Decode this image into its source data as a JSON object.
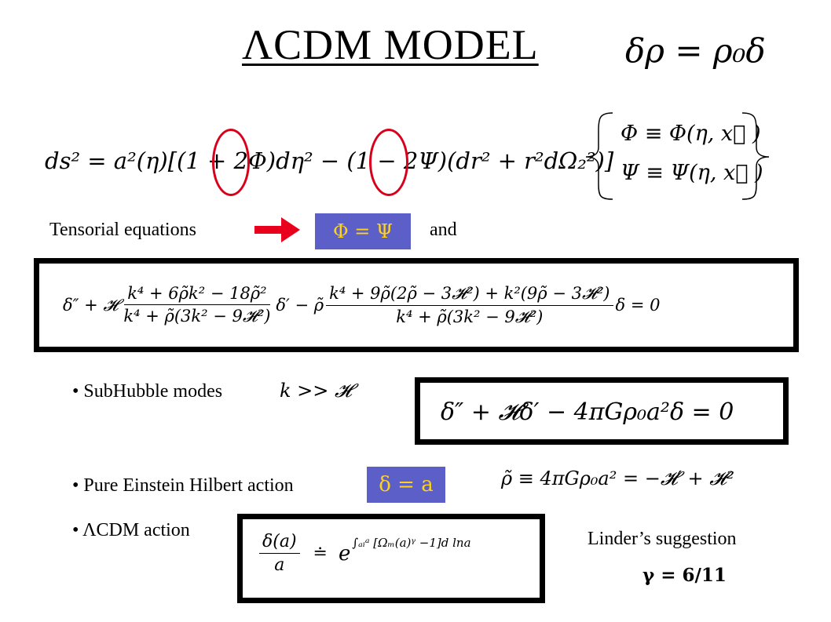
{
  "title": "ΛCDM MODEL",
  "header_eq": "δρ =   ρ₀δ",
  "metric_eq": "ds² = a²(η)[(1 + 2Φ)dη² − (1 − 2Ψ)(dr² + r²dΩ₂²)]",
  "phi_def": "Φ ≡ Φ(η, x⃗ )",
  "psi_def": "Ψ ≡ Ψ(η, x⃗ )",
  "tensorial_label": "Tensorial equations",
  "phi_psi_badge": "Φ = Ψ",
  "and_label": "and",
  "big_eq": {
    "lead": "δ″ + 𝓗",
    "frac1_num": "k⁴ + 6ρ̃k² − 18ρ̃²",
    "frac1_den": "k⁴ + ρ̃(3k² − 9𝓗²)",
    "mid": "δ′ − ρ̃",
    "frac2_num": "k⁴ + 9ρ̃(2ρ̃ − 3𝓗²) + k²(9ρ̃ − 3𝓗²)",
    "frac2_den": "k⁴ + ρ̃(3k² − 9𝓗²)",
    "tail": "δ = 0"
  },
  "subhubble": {
    "label": "• SubHubble modes",
    "condition": "k >> 𝓗",
    "equation": "δ″ + 𝓗δ′ − 4πGρ₀a²δ = 0"
  },
  "einstein": {
    "label": "• Pure Einstein Hilbert action",
    "badge": "δ = a",
    "rho_eq": "ρ̃ ≡ 4πGρ₀a²  = −𝓗′ + 𝓗²"
  },
  "lcdm": {
    "label": "• ΛCDM action",
    "frac_num": "δ(a)",
    "frac_den": "a",
    "relation": "≐",
    "exp_base": "e",
    "exponent": "∫ₐᵢᵃ [Ωₘ(a)ᵞ −1]d lna"
  },
  "linder": {
    "label": "Linder’s suggestion",
    "gamma": "γ = 6/11"
  },
  "colors": {
    "badge_bg": "#5b5fc7",
    "badge_text": "#ffd21e",
    "arrow": "#e8001c",
    "circle": "#d9001b"
  }
}
